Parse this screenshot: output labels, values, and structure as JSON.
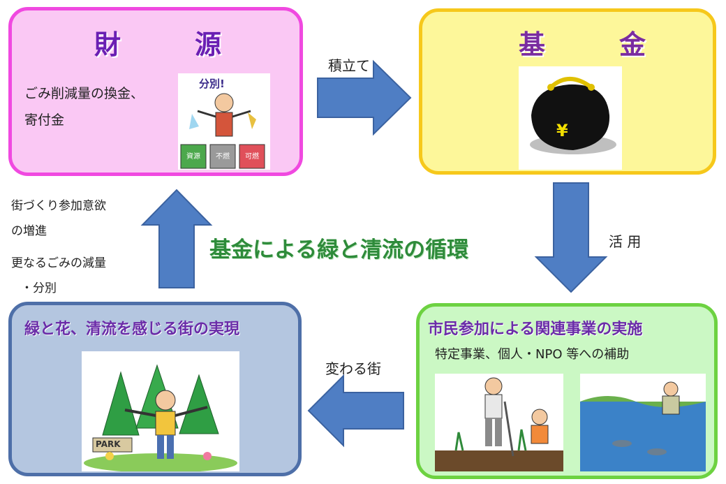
{
  "zaigen": {
    "title": "財　源",
    "text_line1": "ごみ削減量の換金、",
    "text_line2": "寄付金",
    "pic_label": "分別!",
    "bins": [
      "資源",
      "不燃",
      "可燃"
    ]
  },
  "kikin": {
    "title": "基　金",
    "yen": "¥"
  },
  "city": {
    "title": "緑と花、清流を感じる街の実現",
    "sign": "PARK"
  },
  "project": {
    "title": "市民参加による関連事業の実施",
    "subtitle": "特定事業、個人・NPO 等への補助"
  },
  "arrows": {
    "top_label": "積立て",
    "right_label": "活 用",
    "bottom_label": "変わる街"
  },
  "left_labels": [
    "街づくり参加意欲",
    "の増進",
    "更なるごみの減量",
    "・分別"
  ],
  "center_caption": "基金による緑と清流の循環",
  "colors": {
    "arrow": "#4f7ec4",
    "caption": "#2e8b3a",
    "pink": "#f049e0",
    "yellow": "#f6c81b",
    "blue": "#4e6fa8",
    "green": "#6dd241"
  }
}
